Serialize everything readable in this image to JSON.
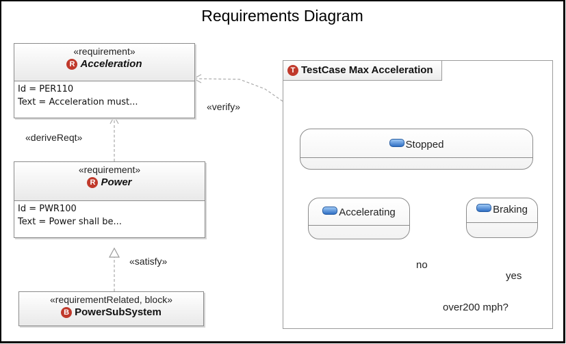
{
  "diagram": {
    "title": "Requirements Diagram",
    "requirements": [
      {
        "stereotype": "«requirement»",
        "badge": "R",
        "name": "Acceleration",
        "fields": [
          "Id = PER110",
          "Text = Acceleration must..."
        ]
      },
      {
        "stereotype": "«requirement»",
        "badge": "R",
        "name": "Power",
        "fields": [
          "Id = PWR100",
          "Text = Power shall be..."
        ]
      }
    ],
    "block": {
      "stereotype": "«requirementRelated, block»",
      "badge": "B",
      "name": "PowerSubSystem"
    },
    "relations": {
      "derive": "«deriveReqt»",
      "satisfy": "«satisfy»",
      "verify": "«verify»"
    },
    "testcase": {
      "badge": "T",
      "title": "TestCase Max Acceleration",
      "states": {
        "stopped": "Stopped",
        "accelerating": "Accelerating",
        "braking": "Braking"
      },
      "decision": "over200 mph?",
      "guard_no": "no",
      "guard_yes": "yes"
    },
    "colors": {
      "badge": "#c0392b",
      "state_icon": "#2f6fc4",
      "initial_node": "#a9a9a9"
    }
  }
}
